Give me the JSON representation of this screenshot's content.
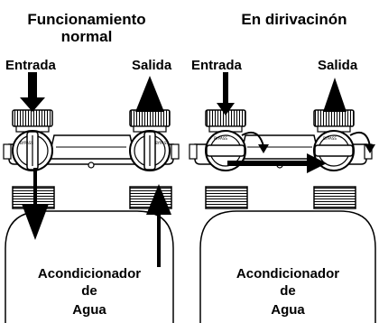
{
  "left_panel": {
    "title_line1": "Funcionamiento",
    "title_line2": "normal",
    "inlet_label": "Entrada",
    "outlet_label": "Salida",
    "tank": {
      "line1": "Acondicionador",
      "line2": "de",
      "line3": "Agua"
    }
  },
  "right_panel": {
    "title": "En dirivacinón",
    "inlet_label": "Entrada",
    "outlet_label": "Salida",
    "tank": {
      "line1": "Acondicionador",
      "line2": "de",
      "line3": "Agua"
    }
  },
  "valve_text": "BYPASS"
}
